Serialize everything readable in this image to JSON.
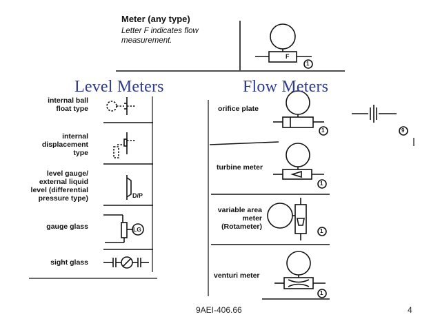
{
  "top": {
    "title": "Meter (any type)",
    "desc_line1": "Letter F indicates flow",
    "desc_line2": "measurement.",
    "letter": "F",
    "number": "1"
  },
  "headings": {
    "level": "Level Meters",
    "flow": "Flow Meters"
  },
  "level": {
    "ball_line1": "internal ball",
    "ball_line2": "float type",
    "disp_line1": "internal",
    "disp_line2": "displacement",
    "disp_line3": "type",
    "gauge_line1": "level gauge/",
    "gauge_line2": "external liquid",
    "gauge_line3": "level (differential",
    "gauge_line4": "pressure type)",
    "gauge_tag": "D/P",
    "glass": "gauge glass",
    "glass_tag": "LG",
    "sight": "sight glass"
  },
  "flow": {
    "orifice": "orifice plate",
    "orifice_num1": "1",
    "orifice_num2": "9",
    "turbine": "turbine meter",
    "turbine_num": "1",
    "var_line1": "variable area",
    "var_line2": "meter",
    "var_line3": "(Rotameter)",
    "var_num": "1",
    "venturi": "venturi meter",
    "venturi_num": "1"
  },
  "footer": {
    "code": "9AEI-406.66",
    "page": "4"
  }
}
